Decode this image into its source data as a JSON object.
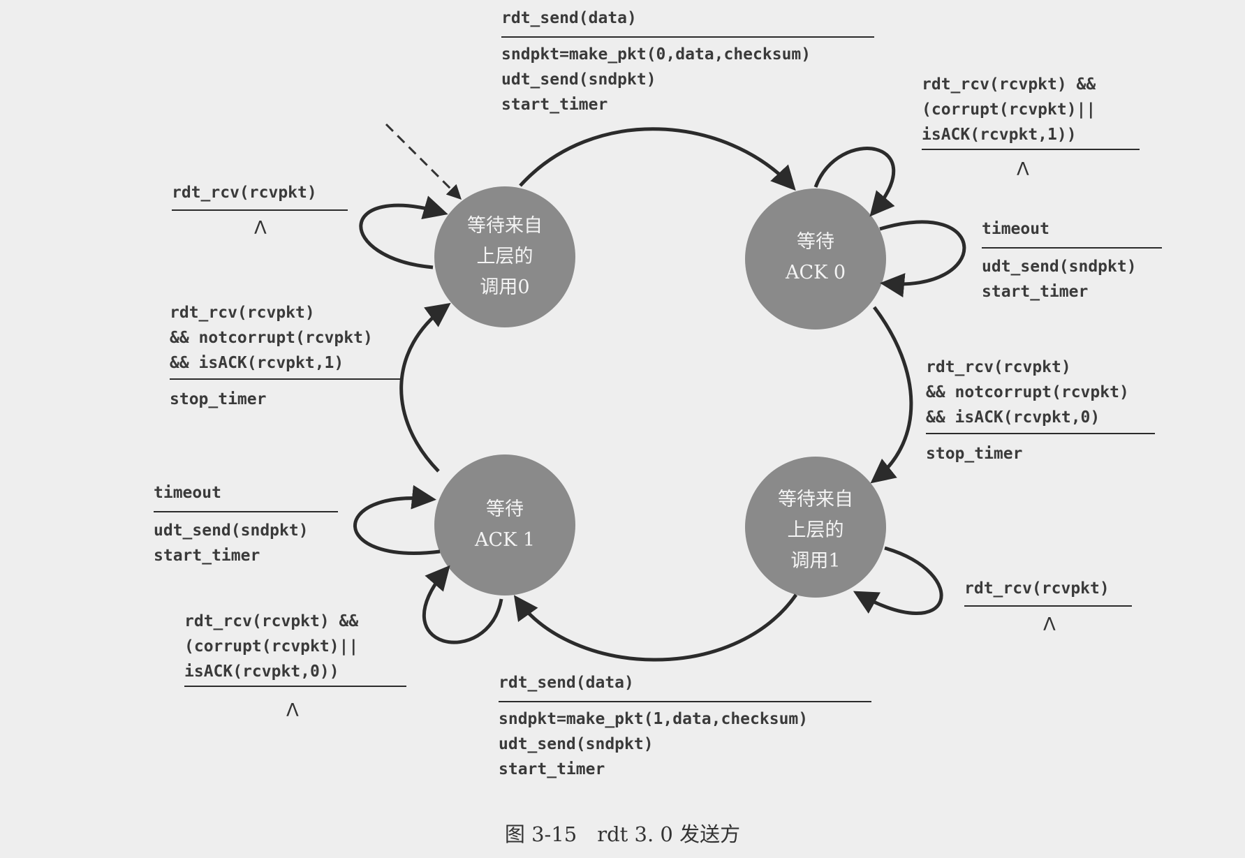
{
  "states": {
    "wait_call_0": [
      "等待来自",
      "上层的",
      "调用0"
    ],
    "wait_ack_0": [
      "等待",
      "ACK 0"
    ],
    "wait_ack_1": [
      "等待",
      "ACK 1"
    ],
    "wait_call_1": [
      "等待来自",
      "上层的",
      "调用1"
    ]
  },
  "transitions": {
    "send_0": {
      "event": "rdt_send(data)",
      "actions": [
        "sndpkt=make_pkt(0,data,checksum)",
        "udt_send(sndpkt)",
        "start_timer"
      ]
    },
    "ack0_corrupt": {
      "event": [
        "rdt_rcv(rcvpkt) &&",
        "(corrupt(rcvpkt)||",
        "isACK(rcvpkt,1))"
      ],
      "action": "Λ"
    },
    "ack0_timeout": {
      "event": "timeout",
      "actions": [
        "udt_send(sndpkt)",
        "start_timer"
      ]
    },
    "ack0_ok": {
      "event": [
        "rdt_rcv(rcvpkt)",
        "&& notcorrupt(rcvpkt)",
        "&& isACK(rcvpkt,0)"
      ],
      "actions": [
        "stop_timer"
      ]
    },
    "wait1_rcv": {
      "event": "rdt_rcv(rcvpkt)",
      "action": "Λ"
    },
    "send_1": {
      "event": "rdt_send(data)",
      "actions": [
        "sndpkt=make_pkt(1,data,checksum)",
        "udt_send(sndpkt)",
        "start_timer"
      ]
    },
    "ack1_corrupt": {
      "event": [
        "rdt_rcv(rcvpkt) &&",
        "(corrupt(rcvpkt)||",
        "isACK(rcvpkt,0))"
      ],
      "action": "Λ"
    },
    "ack1_timeout": {
      "event": "timeout",
      "actions": [
        "udt_send(sndpkt)",
        "start_timer"
      ]
    },
    "ack1_ok": {
      "event": [
        "rdt_rcv(rcvpkt)",
        "&& notcorrupt(rcvpkt)",
        "&& isACK(rcvpkt,1)"
      ],
      "actions": [
        "stop_timer"
      ]
    },
    "wait0_rcv": {
      "event": "rdt_rcv(rcvpkt)",
      "action": "Λ"
    }
  },
  "caption": "图 3-15　rdt 3. 0 发送方",
  "colors": {
    "state_fill": "#8a8a8a",
    "arrow": "#2b2b2b",
    "background": "#eeeeee"
  }
}
